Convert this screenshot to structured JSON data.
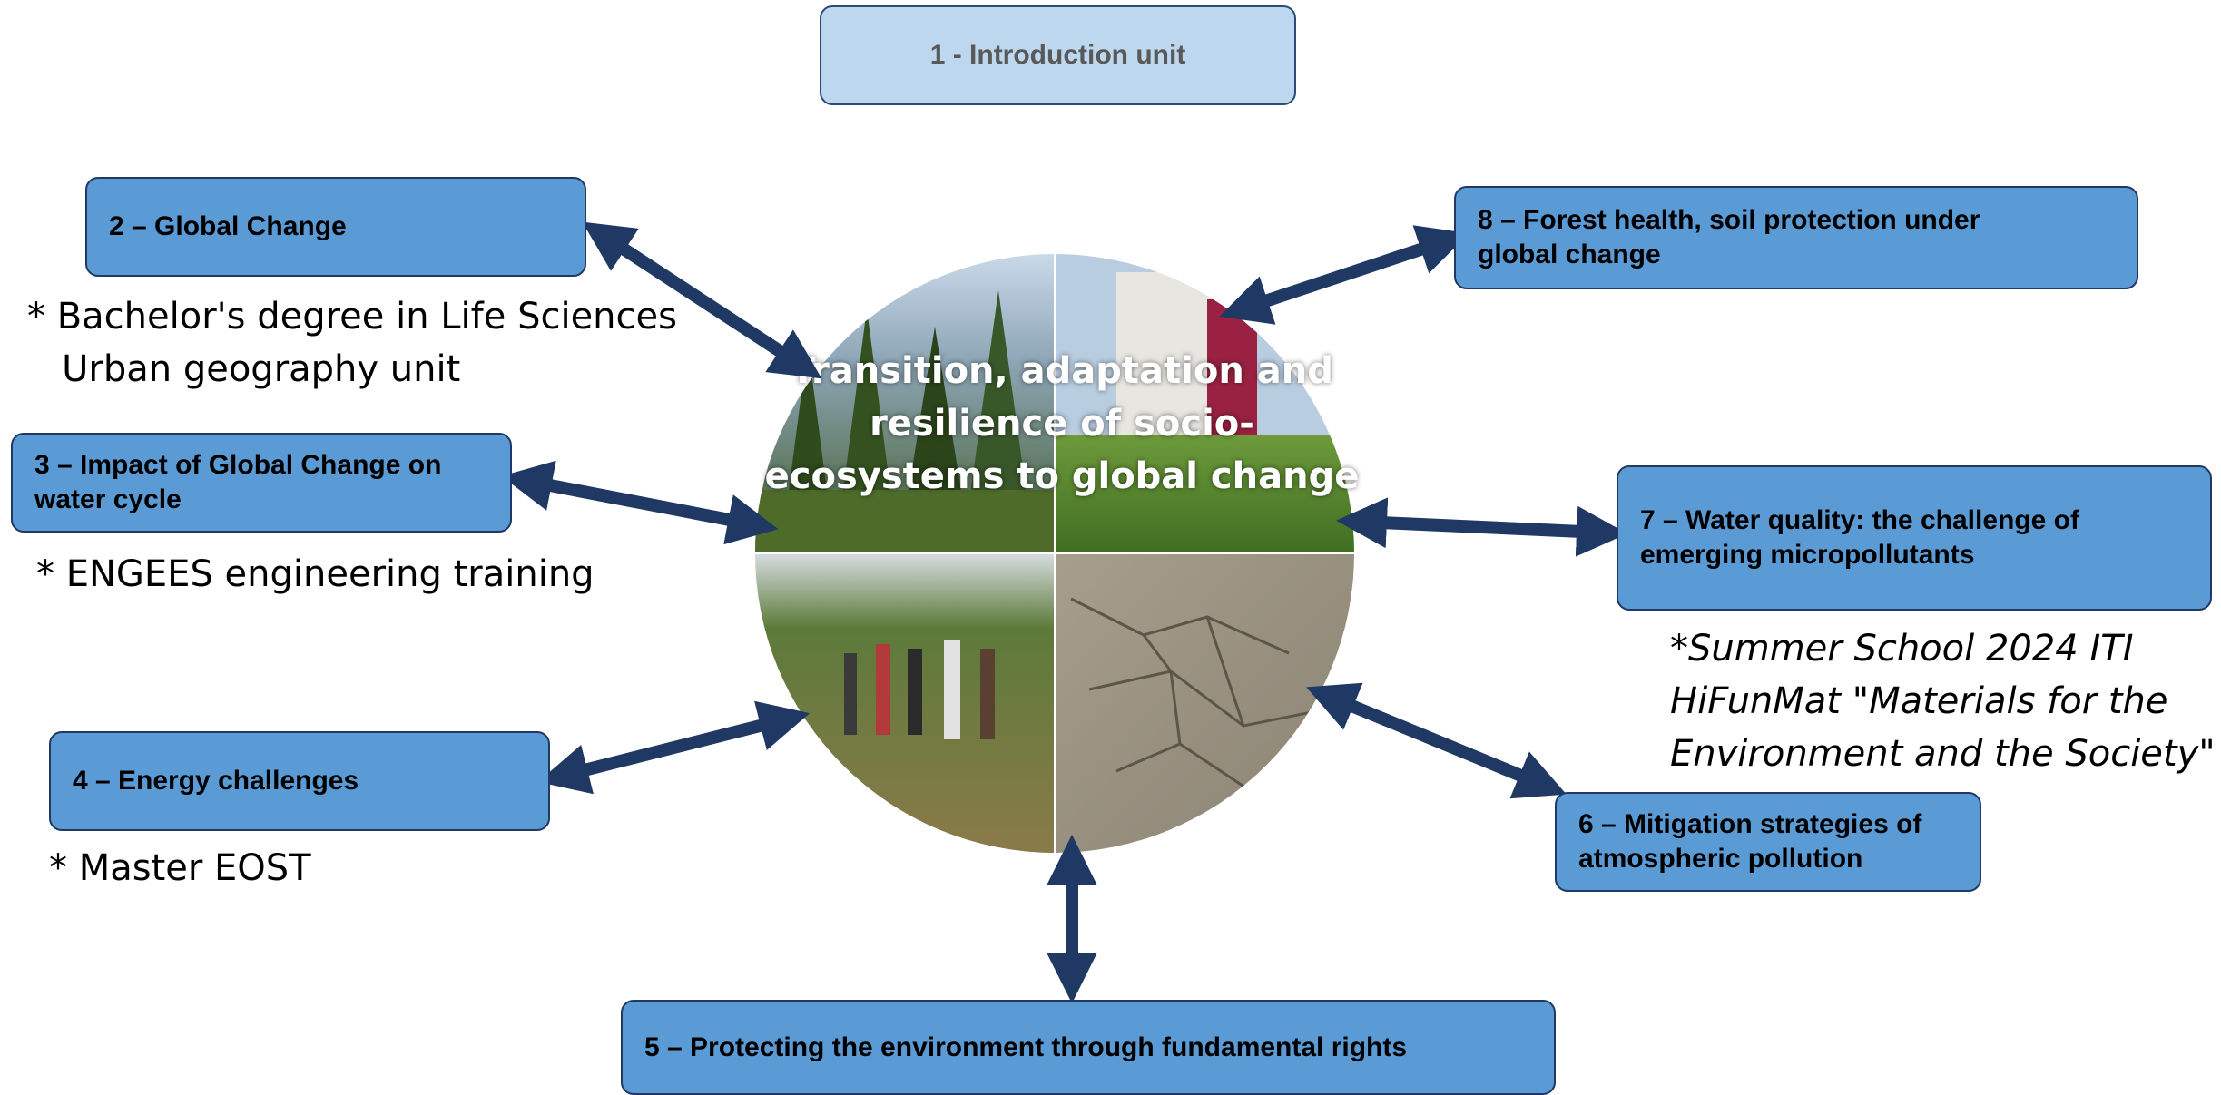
{
  "center": {
    "title": "Transition, adaptation and resilience of socio-ecosystems to global change",
    "photos": [
      "forest-photo",
      "building-photo",
      "field-group-photo",
      "cracked-soil-photo"
    ]
  },
  "units": {
    "u1": "1 -  Introduction unit",
    "u2": "2 – Global Change",
    "u3": "3 – Impact of Global Change on water cycle",
    "u4": "4 – Energy challenges",
    "u5": "5 – Protecting the environment through fundamental rights",
    "u6": "6 – Mitigation strategies of atmospheric pollution",
    "u7": "7 – Water quality: the challenge of emerging micropollutants",
    "u8": "8 – Forest health, soil protection under global change"
  },
  "notes": {
    "bachelor": "* Bachelor's degree in Life Sciences\n   Urban geography unit",
    "engees": "* ENGEES engineering training",
    "master": "* Master EOST",
    "summer": "*Summer School 2024 ITI\nHiFunMat \"Materials for the\nEnvironment and the Society\""
  },
  "colors": {
    "box_fill": "#5b9bd5",
    "box_border": "#1f3864",
    "intro_fill": "#bdd7ee",
    "arrow": "#1f3864"
  }
}
